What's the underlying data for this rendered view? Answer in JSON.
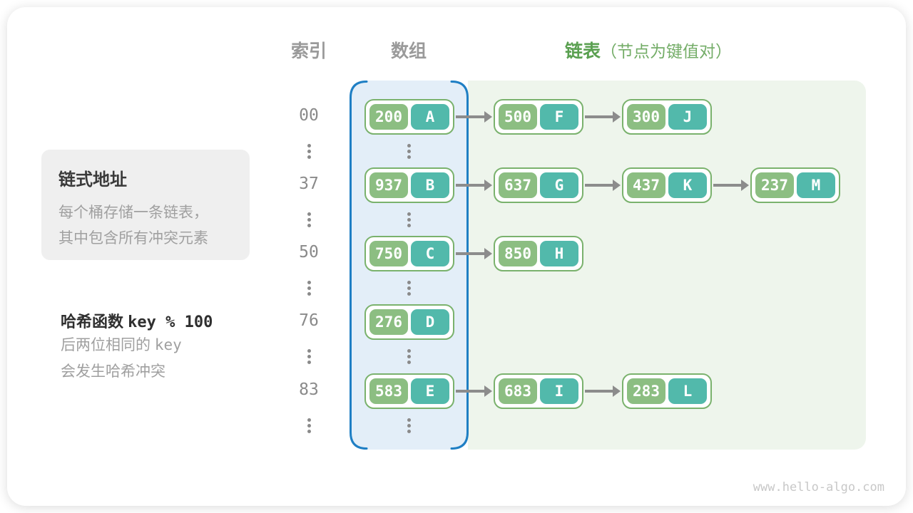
{
  "colors": {
    "key_bg": "#8cbe82",
    "value_bg": "#52b9ab",
    "node_border": "#7ab26d",
    "array_border": "#1f7fc4",
    "array_bg": "#e3eef8",
    "list_bg": "#eef5ec",
    "arrow": "#8c8c8c",
    "header_green": "#5aa050",
    "header_note_green": "#74ad68",
    "header_gray": "#9a9a9a"
  },
  "headers": {
    "index": "索引",
    "array": "数组",
    "list": "链表",
    "list_note": "（节点为键值对）"
  },
  "info_box": {
    "title": "链式地址",
    "line1": "每个桶存储一条链表，",
    "line2": "其中包含所有冲突元素"
  },
  "hash_note": {
    "prefix": "哈希函数 ",
    "code": "key % 100",
    "line1_zh": "后两位相同的 ",
    "line1_code": "key",
    "line2": "会发生哈希冲突"
  },
  "watermark": "www.hello-algo.com",
  "hash_table": {
    "rows": [
      {
        "index": "00",
        "bucket": {
          "key": "200",
          "value": "A"
        },
        "chain": [
          {
            "key": "500",
            "value": "F"
          },
          {
            "key": "300",
            "value": "J"
          }
        ]
      },
      {
        "index": "37",
        "bucket": {
          "key": "937",
          "value": "B"
        },
        "chain": [
          {
            "key": "637",
            "value": "G"
          },
          {
            "key": "437",
            "value": "K"
          },
          {
            "key": "237",
            "value": "M"
          }
        ]
      },
      {
        "index": "50",
        "bucket": {
          "key": "750",
          "value": "C"
        },
        "chain": [
          {
            "key": "850",
            "value": "H"
          }
        ]
      },
      {
        "index": "76",
        "bucket": {
          "key": "276",
          "value": "D"
        },
        "chain": []
      },
      {
        "index": "83",
        "bucket": {
          "key": "583",
          "value": "E"
        },
        "chain": [
          {
            "key": "683",
            "value": "I"
          },
          {
            "key": "283",
            "value": "L"
          }
        ]
      }
    ]
  }
}
